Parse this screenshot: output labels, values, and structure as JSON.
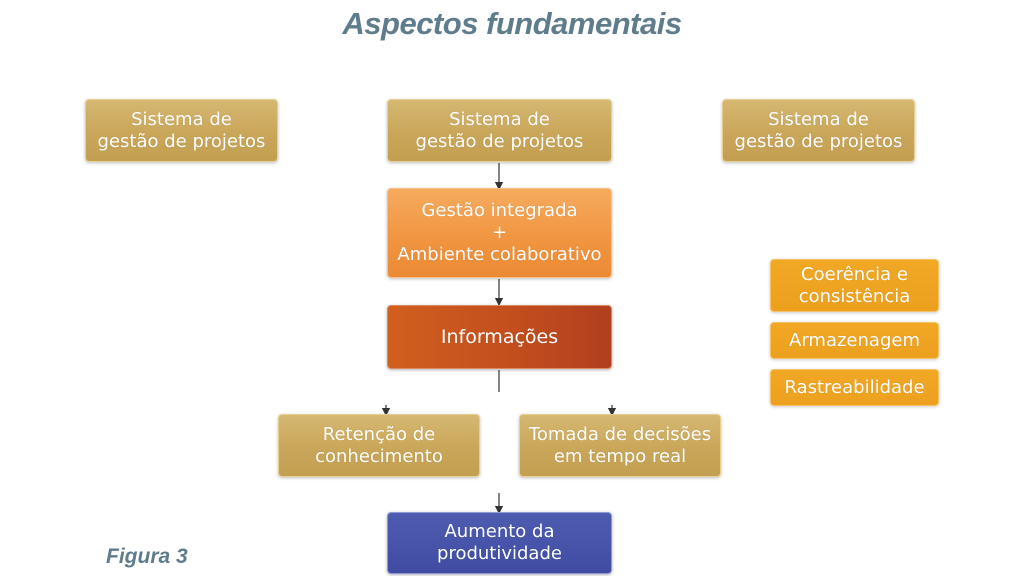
{
  "title": "Aspectos fundamentais",
  "figure_label": "Figura 3",
  "colors": {
    "title": "#5f7c8c",
    "tan_box": "#c9a659",
    "orange_light_box": "#f0943f",
    "orange_dark_box": "#c14d1e",
    "amber_box": "#eca01e",
    "blue_box": "#3f4ca2",
    "connector": "#333333"
  },
  "nodes": {
    "system_left": "Sistema de\ngestão de projetos",
    "system_center": "Sistema de\ngestão de projetos",
    "system_right": "Sistema de\ngestão de projetos",
    "integrated": "Gestão integrada\n+\nAmbiente colaborativo",
    "information": "Informações",
    "retention": "Retenção de\nconhecimento",
    "decisions": "Tomada de decisões\nem tempo real",
    "productivity": "Aumento da\nprodutividade"
  },
  "attributes": [
    "Coerência e\nconsistência",
    "Armazenagem",
    "Rastreabilidade"
  ]
}
